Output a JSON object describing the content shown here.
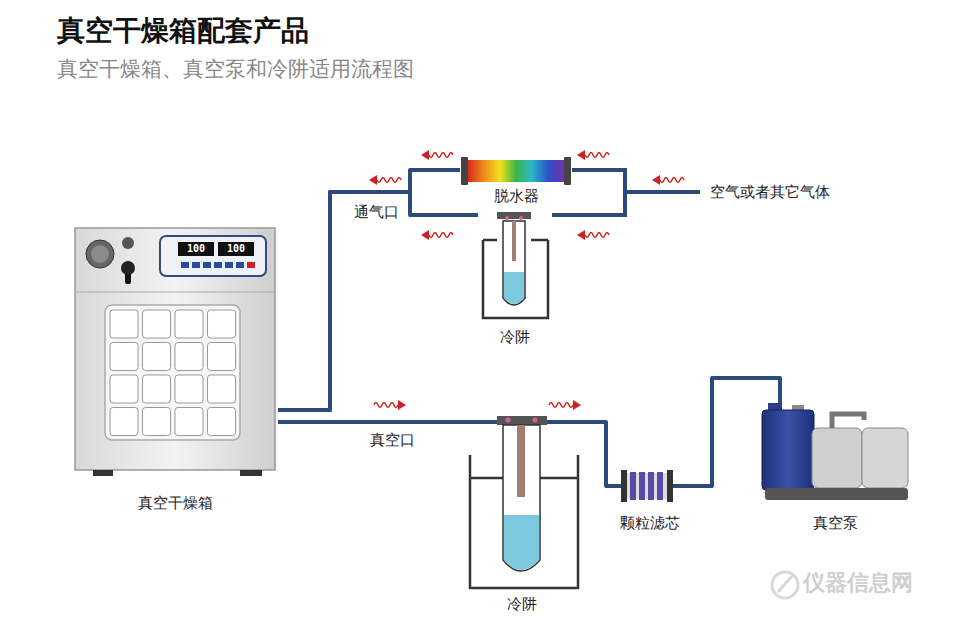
{
  "diagram": {
    "title": "真空干燥箱配套产品",
    "nodes": [
      {
        "text": [
          "真空干燥箱"
        ]
      },
      {
        "text": [
          "脱水器"
        ]
      },
      {
        "text": [
          "冷阱"
        ]
      },
      {
        "text": [
          "冷阱"
        ]
      },
      {
        "text": [
          "颗粒滤芯"
        ]
      },
      {
        "text": [
          "真空泵"
        ]
      }
    ],
    "edges": [
      {
        "from": 0,
        "to": 1,
        "arrow": "none",
        "label": "通气口"
      },
      {
        "from": 0,
        "to": 2,
        "arrow": "none"
      },
      {
        "from": 0,
        "to": 3,
        "arrow": "none",
        "label": "真空口"
      },
      {
        "from": 3,
        "to": 4,
        "arrow": "none"
      },
      {
        "from": 4,
        "to": 5,
        "arrow": "none"
      }
    ],
    "labels": [
      "真空干燥箱、真空泵和冷阱适用流程图",
      "100",
      "100",
      "空气或者其它气体",
      "仪器信息网"
    ]
  }
}
